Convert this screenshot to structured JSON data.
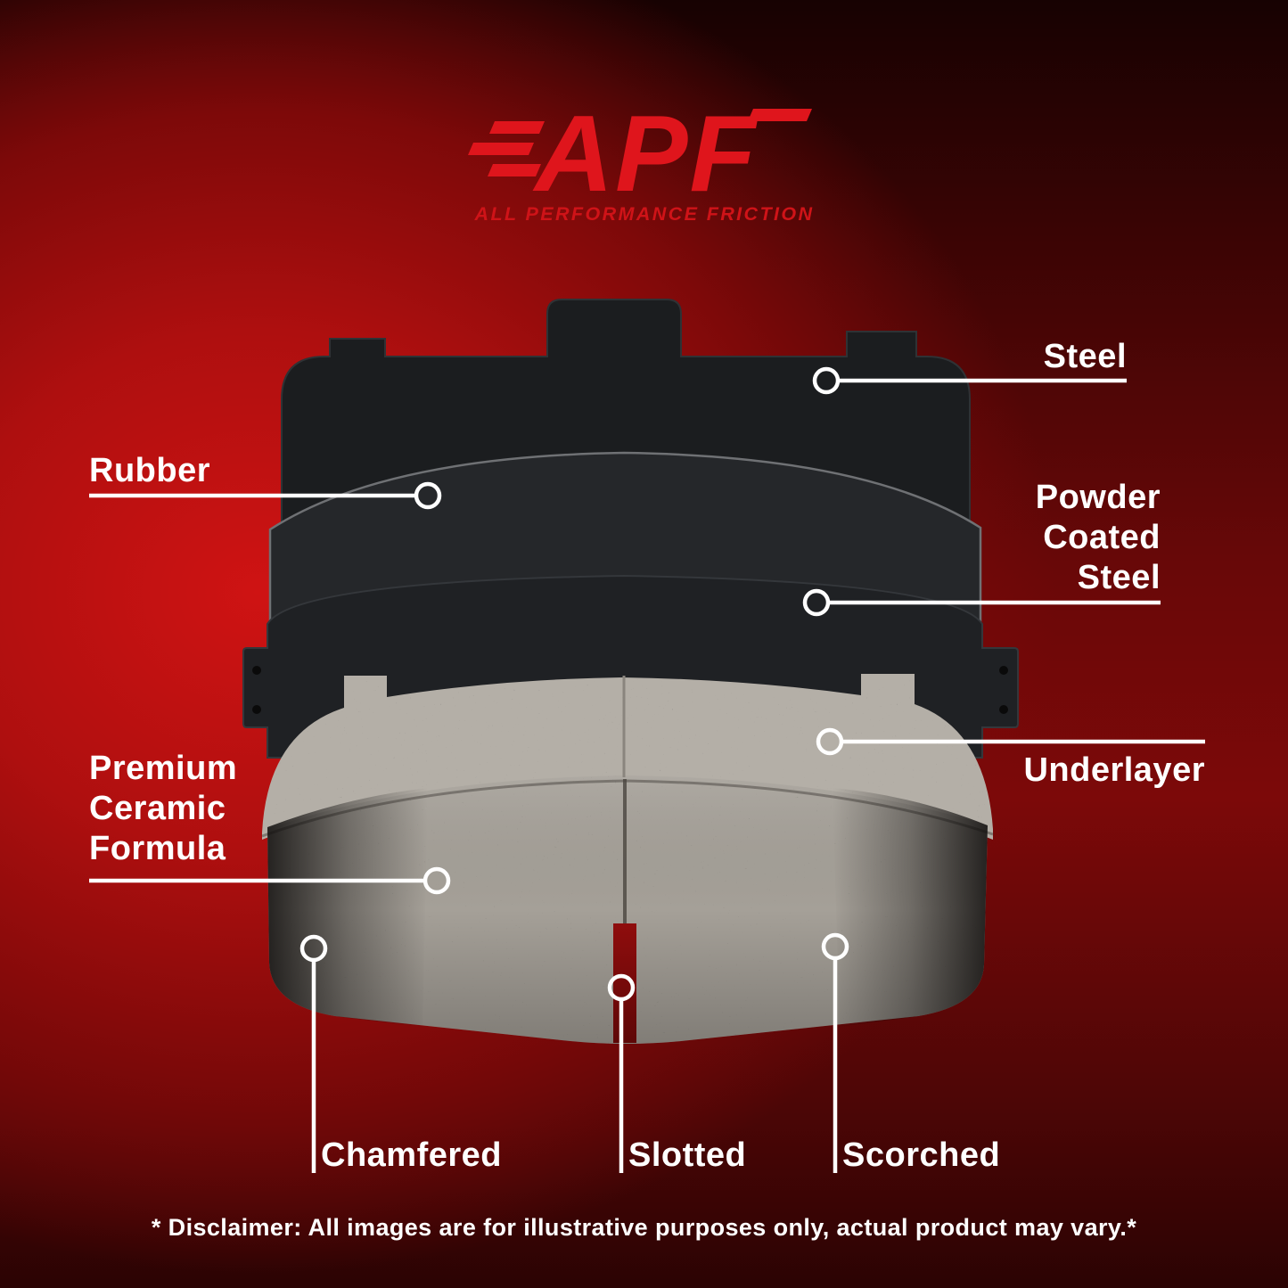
{
  "logo": {
    "acronym": "APF",
    "tagline": "ALL PERFORMANCE FRICTION"
  },
  "callouts": {
    "steel": {
      "label": "Steel"
    },
    "rubber": {
      "label": "Rubber"
    },
    "powder_coated_steel": {
      "label": "Powder Coated Steel"
    },
    "underlayer": {
      "label": "Underlayer"
    },
    "premium_ceramic": {
      "label": "Premium Ceramic Formula"
    },
    "chamfered": {
      "label": "Chamfered"
    },
    "slotted": {
      "label": "Slotted"
    },
    "scorched": {
      "label": "Scorched"
    }
  },
  "disclaimer": "* Disclaimer: All images are for illustrative purposes only, actual product may vary.*",
  "colors": {
    "accent_red": "#df151c",
    "label_white": "#ffffff",
    "background_center_red": "#c21212",
    "background_edge_dark": "#1c0202",
    "plate_dark": "#1f2124",
    "ceramic_gray": "#a5a098"
  }
}
